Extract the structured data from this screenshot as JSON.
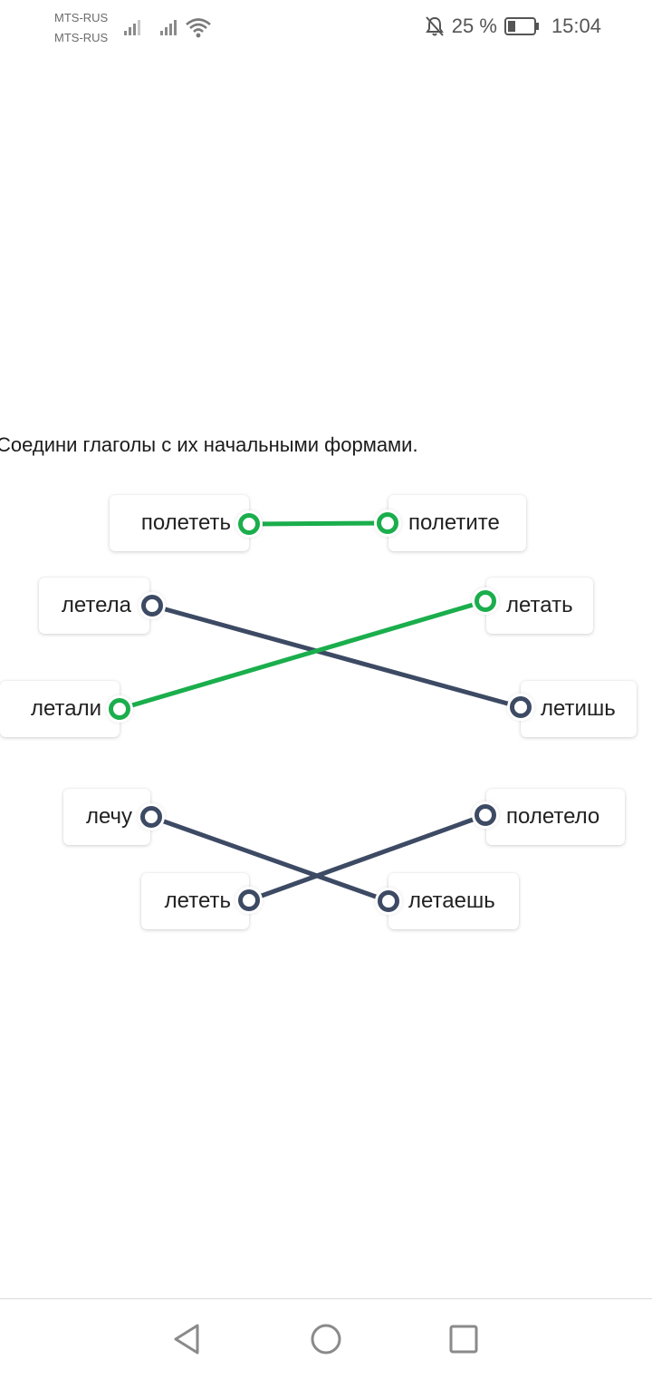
{
  "status_bar": {
    "carrier_1": "MTS-RUS",
    "carrier_2": "MTS-RUS",
    "battery_text": "25 %",
    "clock": "15:04"
  },
  "task": {
    "title": "Соедини глаголы с их начальными формами."
  },
  "words": {
    "poletet": "полететь",
    "poletite": "полетите",
    "letela": "летела",
    "letat": "летать",
    "letali": "летали",
    "letish": "летишь",
    "lechu": "лечу",
    "poletelo": "полетело",
    "letet": "лететь",
    "letaesh": "летаешь"
  },
  "connections": [
    {
      "from": "полететь",
      "to": "полетите",
      "status": "correct"
    },
    {
      "from": "летела",
      "to": "летишь",
      "status": "neutral"
    },
    {
      "from": "летали",
      "to": "летать",
      "status": "correct"
    },
    {
      "from": "лечу",
      "to": "летаешь",
      "status": "neutral"
    },
    {
      "from": "лететь",
      "to": "полетело",
      "status": "neutral"
    }
  ],
  "colors": {
    "correct": "#1aae4c",
    "neutral": "#3d4a64"
  },
  "icons": {
    "status": [
      "signal-icon",
      "signal-icon",
      "wifi-icon",
      "mute-bell-icon",
      "battery-icon"
    ],
    "nav": [
      "back-icon",
      "home-icon",
      "recents-icon"
    ]
  }
}
